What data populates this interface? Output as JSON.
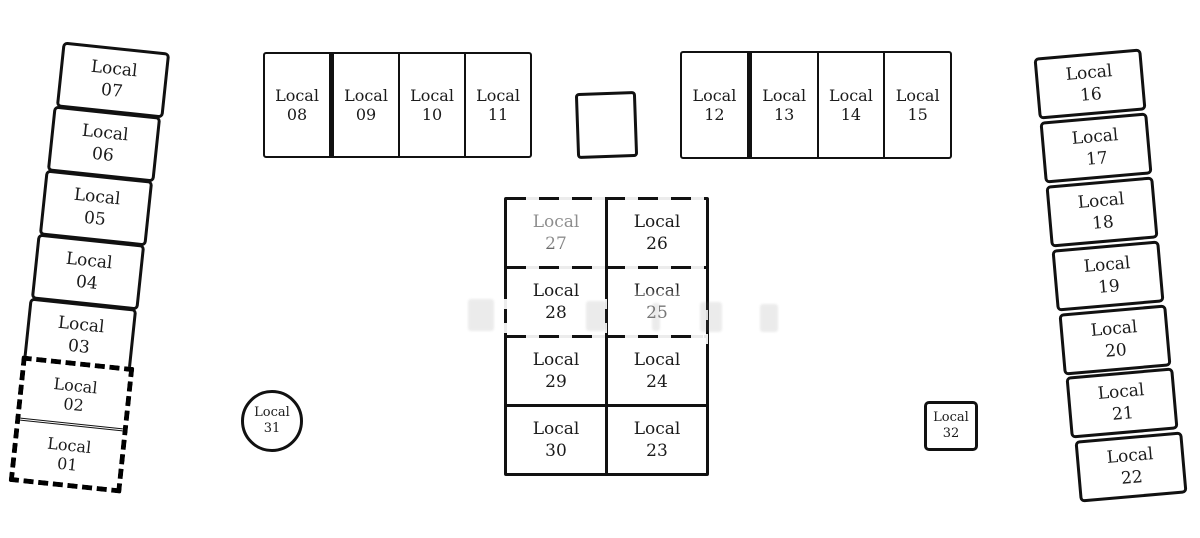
{
  "colors": {
    "background": "#ffffff",
    "line": "#111111",
    "text": "#1b1b1b"
  },
  "left_column": {
    "units": [
      {
        "word": "Local",
        "num": "07"
      },
      {
        "word": "Local",
        "num": "06"
      },
      {
        "word": "Local",
        "num": "05"
      },
      {
        "word": "Local",
        "num": "04"
      },
      {
        "word": "Local",
        "num": "03"
      },
      {
        "word": "Local",
        "num": "02"
      },
      {
        "word": "Local",
        "num": "01"
      }
    ],
    "highlighted_units": [
      "Local 02",
      "Local 01"
    ],
    "highlight_style": "thick-dashed-outline"
  },
  "top_row_left": {
    "units": [
      {
        "word": "Local",
        "num": "08"
      },
      {
        "word": "Local",
        "num": "09"
      },
      {
        "word": "Local",
        "num": "10"
      },
      {
        "word": "Local",
        "num": "11"
      }
    ]
  },
  "top_row_right": {
    "units": [
      {
        "word": "Local",
        "num": "12"
      },
      {
        "word": "Local",
        "num": "13"
      },
      {
        "word": "Local",
        "num": "14"
      },
      {
        "word": "Local",
        "num": "15"
      }
    ]
  },
  "right_column": {
    "units": [
      {
        "word": "Local",
        "num": "16"
      },
      {
        "word": "Local",
        "num": "17"
      },
      {
        "word": "Local",
        "num": "18"
      },
      {
        "word": "Local",
        "num": "19"
      },
      {
        "word": "Local",
        "num": "20"
      },
      {
        "word": "Local",
        "num": "21"
      },
      {
        "word": "Local",
        "num": "22"
      }
    ]
  },
  "center_block": {
    "rows": [
      [
        {
          "word": "Local",
          "num": "27"
        },
        {
          "word": "Local",
          "num": "26"
        }
      ],
      [
        {
          "word": "Local",
          "num": "28"
        },
        {
          "word": "Local",
          "num": "25"
        }
      ],
      [
        {
          "word": "Local",
          "num": "29"
        },
        {
          "word": "Local",
          "num": "24"
        }
      ],
      [
        {
          "word": "Local",
          "num": "30"
        },
        {
          "word": "Local",
          "num": "23"
        }
      ]
    ]
  },
  "kiosk_circle": {
    "word": "Local",
    "num": "31"
  },
  "kiosk_square": {
    "word": "Local",
    "num": "32"
  },
  "empty_unit": {
    "label": ""
  }
}
